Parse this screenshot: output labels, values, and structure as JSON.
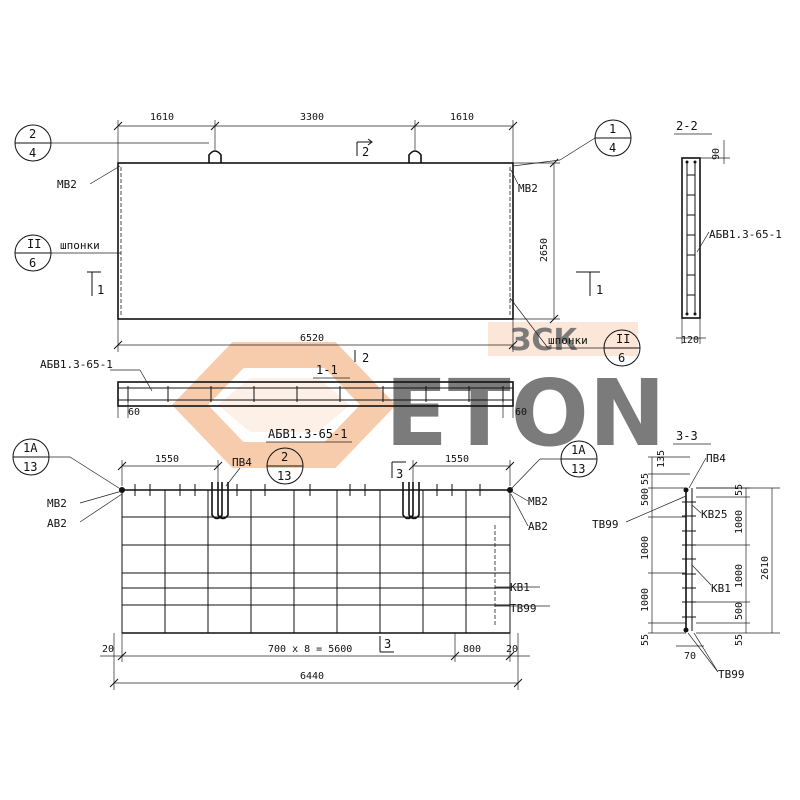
{
  "watermark": {
    "brand": "ETON",
    "badge": "ЗСК",
    "orange": "#f2a36b",
    "grey": "#c8c8c8"
  },
  "panel": {
    "dims_top": [
      "1610",
      "3300",
      "1610"
    ],
    "dim_bottom": "6520",
    "dim_right": "2650",
    "callout_left_top": {
      "num": "2",
      "den": "4"
    },
    "callout_right_top": {
      "num": "1",
      "den": "4"
    },
    "callout_left_mid": {
      "num": "II",
      "den": "6"
    },
    "callout_right_bottom": {
      "num": "II",
      "den": "6"
    },
    "mv_left": "МВ2",
    "mv_right": "МВ2",
    "keys_left": "шпонки",
    "keys_right": "шпонки",
    "sec1_left": "1",
    "sec1_right": "1",
    "sec2_top": "2"
  },
  "section11": {
    "title": "1-1",
    "mark": "2",
    "label": "АБВ1.3-65-1",
    "dim_left": "60",
    "dim_right": "60"
  },
  "section22": {
    "title": "2-2",
    "label": "АБВ1.3-65-1",
    "dim_top": "90",
    "dim_bottom": "120"
  },
  "cage": {
    "title": "АБВ1.3-65-1",
    "dim_left": "1550",
    "dim_right": "1550",
    "pv": "ПВ4",
    "callout_center": {
      "num": "2",
      "den": "13"
    },
    "callout_left": {
      "num": "1А",
      "den": "13"
    },
    "callout_right": {
      "num": "1А",
      "den": "13"
    },
    "mv_left": "МВ2",
    "av_left": "АВ2",
    "mv_right": "МВ2",
    "av_right": "АВ2",
    "kv": "КВ1",
    "tv": "ТВ99",
    "sec3_top": "3",
    "sec3_bottom": "3",
    "dim_edge_left": "20",
    "dim_mid": "700 x 8 = 5600",
    "dim_800": "800",
    "dim_edge_right": "20",
    "dim_total": "6440"
  },
  "section33": {
    "title": "3-3",
    "pv": "ПВ4",
    "tv_left": "ТВ99",
    "kv25": "КВ25",
    "kv1": "КВ1",
    "tv_bottom": "ТВ99",
    "dims_left": [
      "135",
      "55",
      "500",
      "1000",
      "1000",
      "55"
    ],
    "dims_right": [
      "55",
      "1000",
      "1000",
      "500",
      "55"
    ],
    "dim_total": "2610",
    "dim_bottom": "70"
  }
}
